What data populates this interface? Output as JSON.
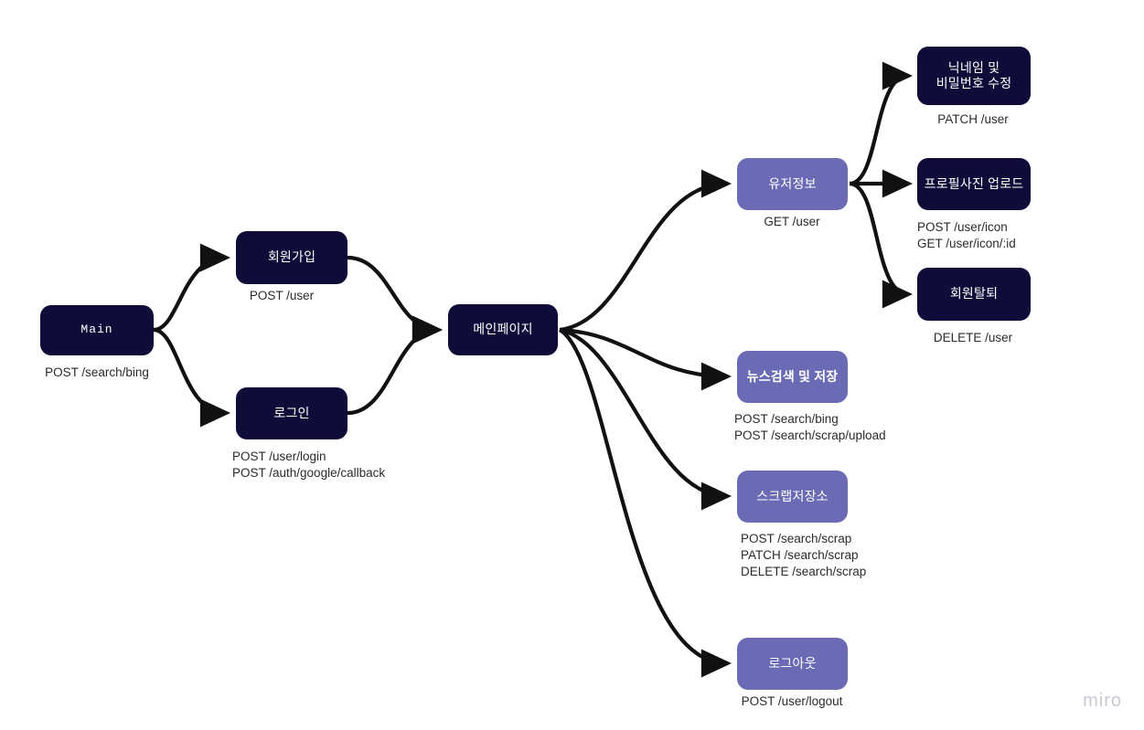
{
  "diagram": {
    "title": "API Flow Diagram",
    "background": "#ffffff",
    "colors": {
      "dark_node": "#100C3A",
      "purple_node": "#6B6BB5",
      "edge": "#111111",
      "caption_text": "#2b2b2b",
      "node_text": "#ffffff",
      "watermark": "#c9c9d4"
    },
    "watermark": "miro",
    "nodes": [
      {
        "id": "main",
        "label": "Main",
        "caption": "POST /search/bing"
      },
      {
        "id": "signup",
        "label": "회원가입",
        "caption": "POST /user"
      },
      {
        "id": "login",
        "label": "로그인",
        "caption": "POST /user/login\nPOST /auth/google/callback"
      },
      {
        "id": "mainpage",
        "label": "메인페이지",
        "caption": ""
      },
      {
        "id": "userinfo",
        "label": "유저정보",
        "caption": "GET /user"
      },
      {
        "id": "editprof",
        "label": "닉네임 및\n비밀번호 수정",
        "caption": "PATCH /user"
      },
      {
        "id": "upload",
        "label": "프로필사진  업로드",
        "caption": "POST /user/icon\nGET /user/icon/:id"
      },
      {
        "id": "withdraw",
        "label": "회원탈퇴",
        "caption": "DELETE /user"
      },
      {
        "id": "news",
        "label": "뉴스검색 및 저장",
        "caption": "POST /search/bing\nPOST /search/scrap/upload"
      },
      {
        "id": "scrap",
        "label": "스크랩저장소",
        "caption": "POST /search/scrap\nPATCH /search/scrap\nDELETE /search/scrap"
      },
      {
        "id": "logout",
        "label": "로그아웃",
        "caption": "POST /user/logout"
      }
    ],
    "edges": [
      {
        "from": "main",
        "to": "signup"
      },
      {
        "from": "main",
        "to": "login"
      },
      {
        "from": "signup",
        "to": "mainpage"
      },
      {
        "from": "login",
        "to": "mainpage"
      },
      {
        "from": "mainpage",
        "to": "userinfo"
      },
      {
        "from": "mainpage",
        "to": "news"
      },
      {
        "from": "mainpage",
        "to": "scrap"
      },
      {
        "from": "mainpage",
        "to": "logout"
      },
      {
        "from": "userinfo",
        "to": "editprof"
      },
      {
        "from": "userinfo",
        "to": "upload"
      },
      {
        "from": "userinfo",
        "to": "withdraw"
      }
    ]
  }
}
